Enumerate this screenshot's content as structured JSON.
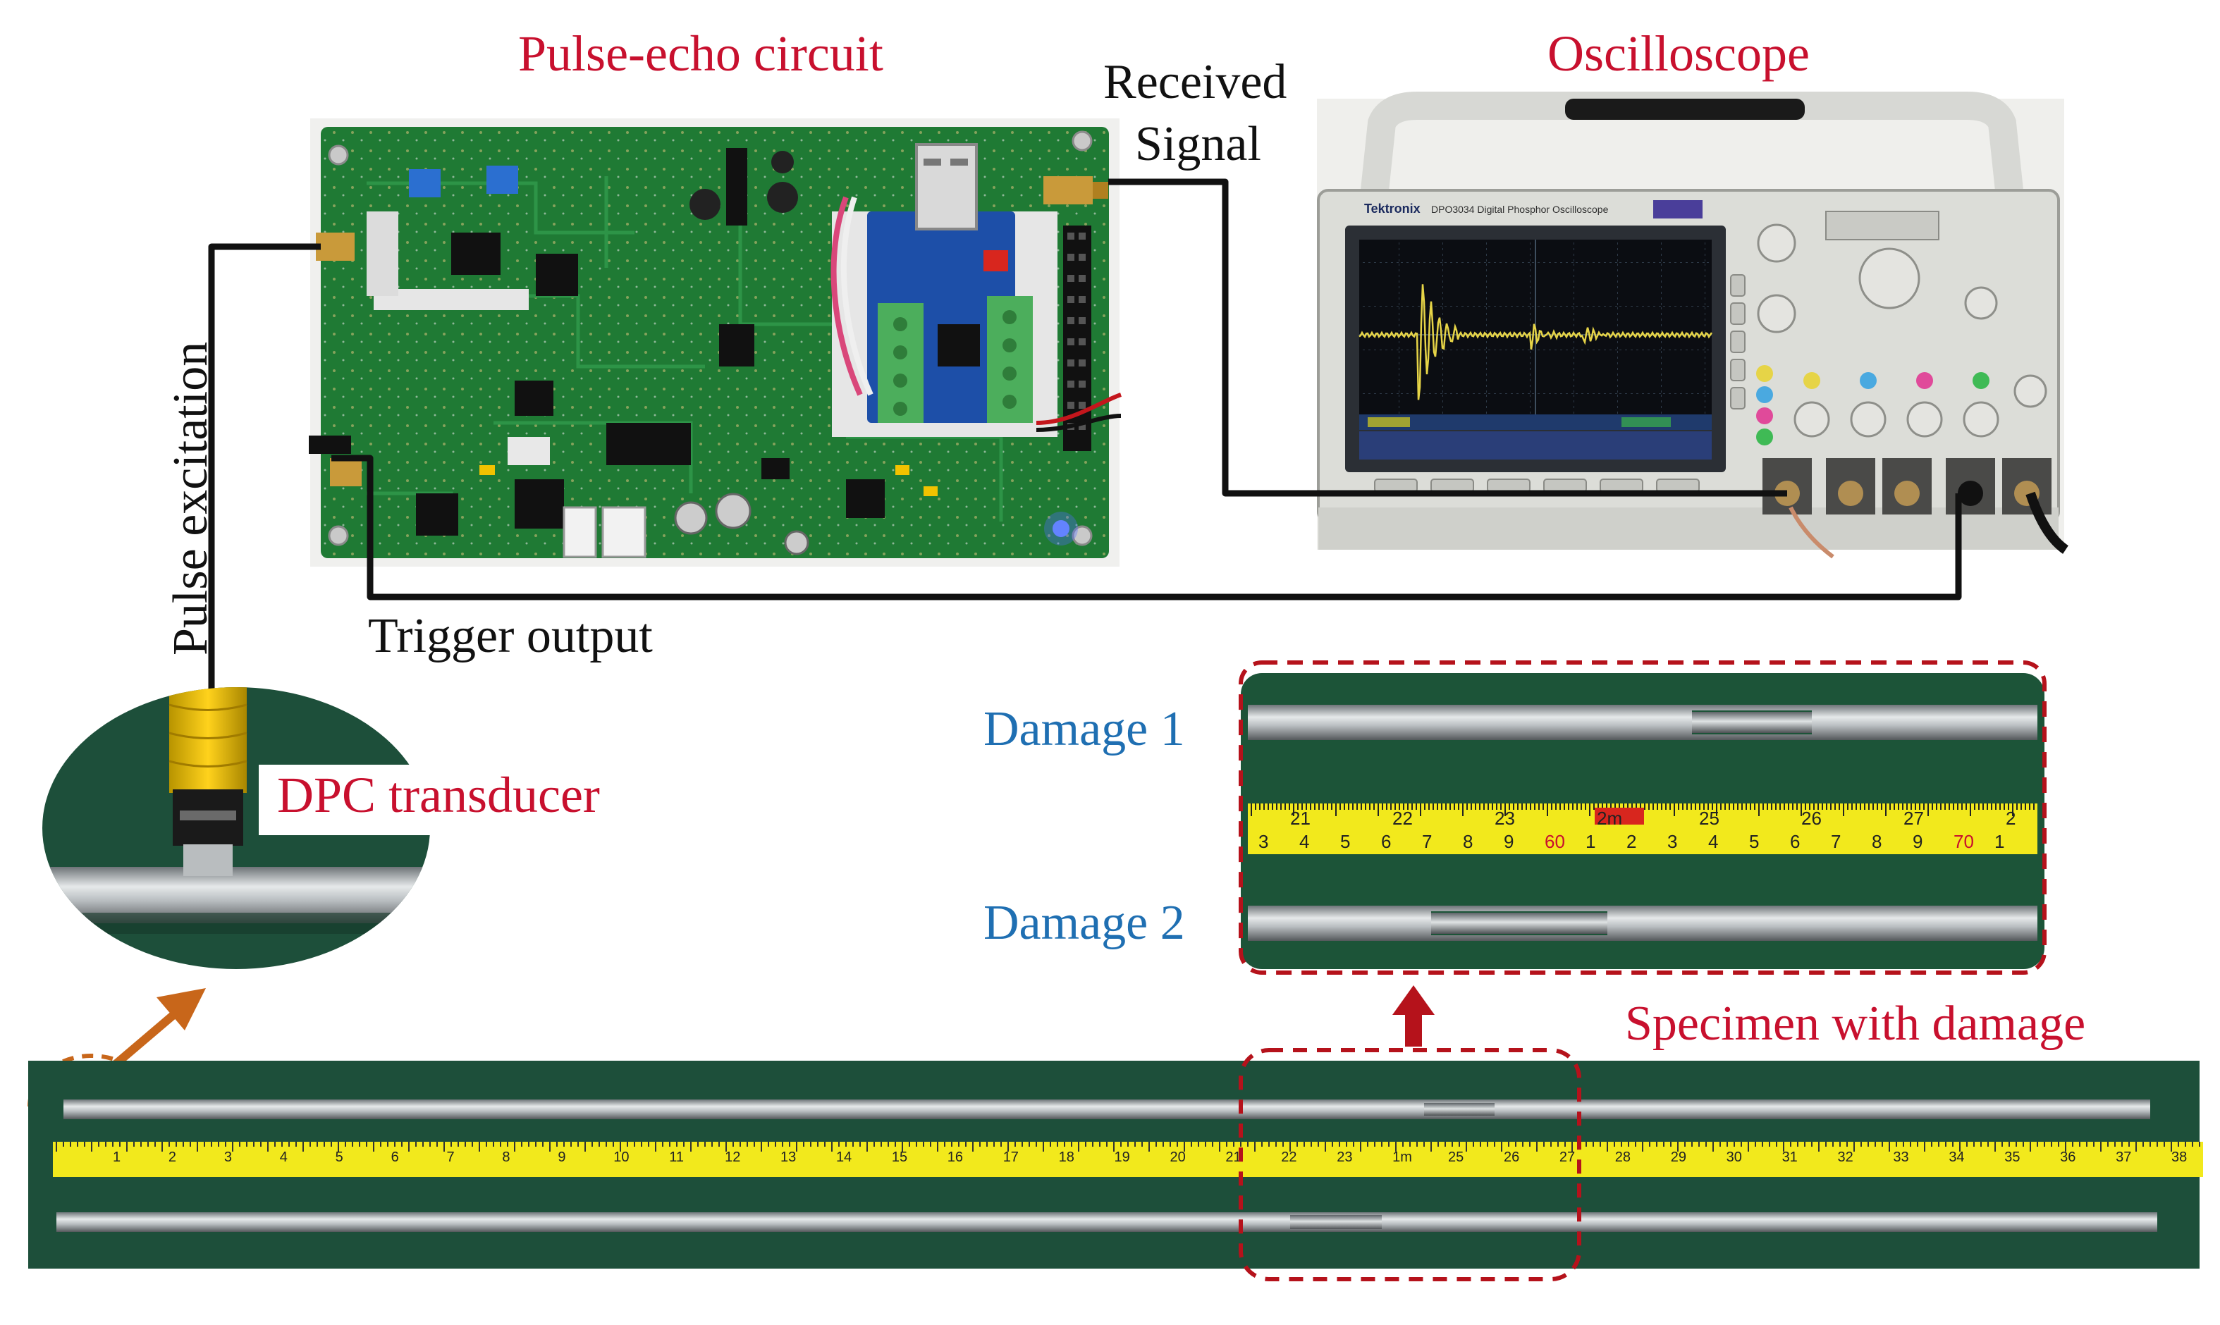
{
  "labels": {
    "pulse_echo_circuit": "Pulse-echo circuit",
    "oscilloscope": "Oscilloscope",
    "received_signal_line1": "Received",
    "received_signal_line2": "Signal",
    "pulse_excitation": "Pulse excitation",
    "trigger_output": "Trigger output",
    "dpc_transducer": "DPC transducer",
    "damage_1": "Damage 1",
    "damage_2": "Damage 2",
    "specimen_with_damage": "Specimen with damage"
  },
  "instrument": {
    "brand": "Tektronix",
    "model": "DPO3034 Digital Phosphor Oscilloscope"
  },
  "tape": {
    "top_numbers": [
      "21",
      "22",
      "23",
      "2m",
      "25",
      "26",
      "27",
      "2"
    ],
    "bottom_numbers": [
      "3",
      "4",
      "5",
      "6",
      "7",
      "8",
      "9",
      "60",
      "1",
      "2",
      "3",
      "4",
      "5",
      "6",
      "7",
      "8",
      "9",
      "70",
      "1"
    ],
    "long_numbers": [
      "1",
      "2",
      "3",
      "4",
      "5",
      "6",
      "7",
      "8",
      "9",
      "10",
      "11",
      "12",
      "13",
      "14",
      "15",
      "16",
      "17",
      "18",
      "19",
      "20",
      "21",
      "22",
      "23",
      "1m",
      "25",
      "26",
      "27",
      "28",
      "29",
      "30",
      "31",
      "32",
      "33",
      "34",
      "35",
      "36",
      "37",
      "38"
    ]
  },
  "colors": {
    "label_red": "#c8102e",
    "label_blue": "#1f6fb2",
    "cable": "#111111",
    "dashed_red": "#b5121b",
    "dashed_orange": "#c8661a",
    "pcb_green": "#1f7a34",
    "table_green": "#1d4f3a"
  }
}
